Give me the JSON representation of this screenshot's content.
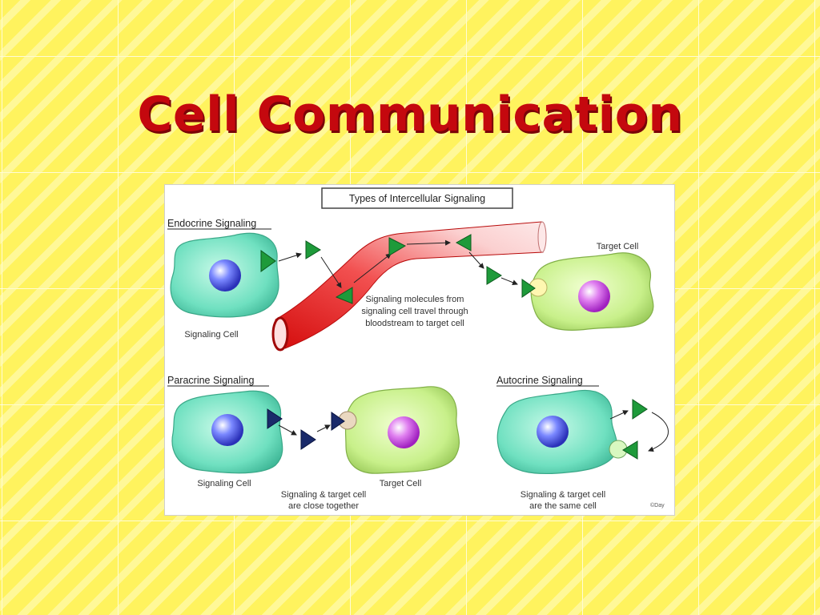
{
  "slide": {
    "title": "Cell Communication"
  },
  "diagram": {
    "header": "Types of Intercellular Signaling",
    "endocrine": {
      "heading": "Endocrine Signaling",
      "signaling_cell_label": "Signaling Cell",
      "target_cell_label": "Target Cell",
      "caption_line1": "Signaling molecules from",
      "caption_line2": "signaling cell travel through",
      "caption_line3": "bloodstream to target cell"
    },
    "paracrine": {
      "heading": "Paracrine Signaling",
      "signaling_cell_label": "Signaling Cell",
      "target_cell_label": "Target Cell",
      "caption_line1": "Signaling & target cell",
      "caption_line2": "are close together"
    },
    "autocrine": {
      "heading": "Autocrine Signaling",
      "caption_line1": "Signaling & target cell",
      "caption_line2": "are the same cell"
    },
    "credit": "©Day",
    "colors": {
      "cell_teal": "#6fe0c0",
      "cell_green": "#c8f08a",
      "nucleus_blue": "#3a46d8",
      "nucleus_purple": "#c040d8",
      "molecule_green": "#1e9a3a",
      "molecule_navy": "#1a2a6a",
      "vessel_red": "#e01818"
    }
  }
}
